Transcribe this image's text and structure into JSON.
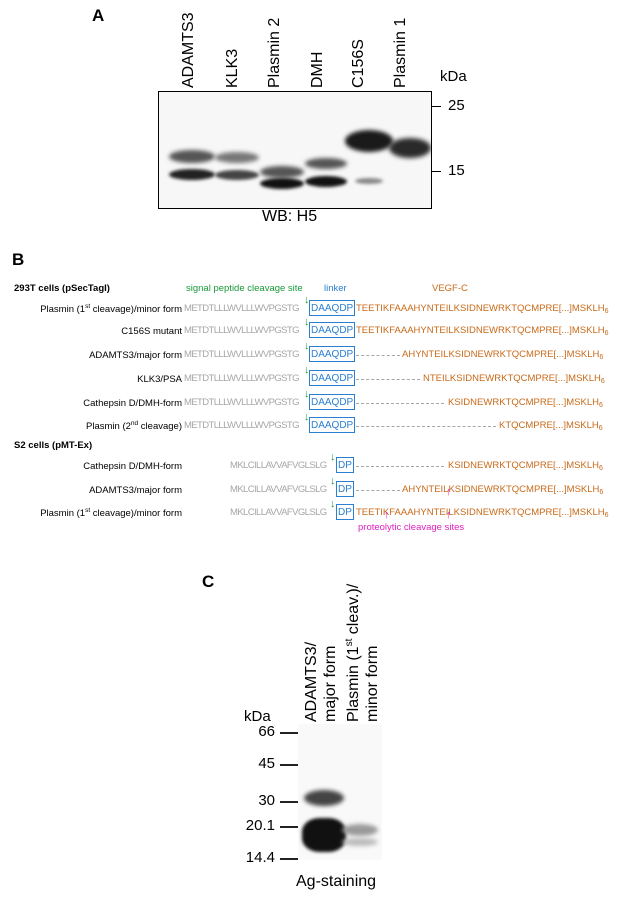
{
  "panel_a": {
    "label": "A",
    "lanes": [
      "ADAMTS3",
      "KLK3",
      "Plasmin 2",
      "DMH",
      "C156S",
      "Plasmin 1"
    ],
    "unit": "kDa",
    "markers": [
      "25",
      "15"
    ],
    "caption": "WB: H5"
  },
  "panel_b": {
    "label": "B",
    "section1": "293T cells (pSecTagI)",
    "section2": "S2 cells (pMT-Ex)",
    "hdr_signal": "signal peptide cleavage site",
    "hdr_linker": "linker",
    "hdr_vegfc": "VEGF-C",
    "footer": "proteolytic cleavage sites",
    "sig1": "METDTLLLWVLLLWVPGSTG",
    "sig2": "MKLCILLAVVAFVGLSLG",
    "rows": [
      {
        "pre": "Plasmin (1",
        "sup": "st",
        "post": " cleavage)/minor form",
        "box": "DAAQDP",
        "seq": "TEETIKFAAAHYNTEILKSIDNEWRKTQCMPRE[...]MSKLH",
        "sub": "6"
      },
      {
        "pre": "C156S mutant",
        "sup": "",
        "post": "",
        "box": "DAAQDP",
        "seq": "TEETIKFAAAHYNTEILKSIDNEWRKTQCMPRE[...]MSKLH",
        "sub": "6"
      },
      {
        "pre": "ADAMTS3/major form",
        "sup": "",
        "post": "",
        "box": "DAAQDP",
        "seq": "AHYNTEILKSIDNEWRKTQCMPRE[...]MSKLH",
        "sub": "6"
      },
      {
        "pre": "KLK3/PSA",
        "sup": "",
        "post": "",
        "box": "DAAQDP",
        "seq": "NTEILKSIDNEWRKTQCMPRE[...]MSKLH",
        "sub": "6"
      },
      {
        "pre": "Cathepsin D/DMH-form",
        "sup": "",
        "post": "",
        "box": "DAAQDP",
        "seq": "KSIDNEWRKTQCMPRE[...]MSKLH",
        "sub": "6"
      },
      {
        "pre": "Plasmin (2",
        "sup": "nd",
        "post": " cleavage)",
        "box": "DAAQDP",
        "seq": "KTQCMPRE[...]MSKLH",
        "sub": "6"
      }
    ],
    "rows2": [
      {
        "pre": "Cathepsin D/DMH-form",
        "sup": "",
        "post": "",
        "box": "DP",
        "seq": "KSIDNEWRKTQCMPRE[...]MSKLH",
        "sub": "6"
      },
      {
        "pre": "ADAMTS3/major form",
        "sup": "",
        "post": "",
        "box": "DP",
        "seq": "AHYNTEILKSIDNEWRKTQCMPRE[...]MSKLH",
        "sub": "6"
      },
      {
        "pre": "Plasmin (1",
        "sup": "st",
        "post": " cleavage)/minor form",
        "box": "DP",
        "seq": "TEETIKFAAAHYNTEILKSIDNEWRKTQCMPRE[...]MSKLH",
        "sub": "6"
      }
    ]
  },
  "panel_c": {
    "label": "C",
    "lane1_line1": "ADAMTS3/",
    "lane1_line2": "major form",
    "lane2_pre": "Plasmin (1",
    "lane2_sup": "st",
    "lane2_post": " cleav.)/",
    "lane2_line2": "minor form",
    "unit": "kDa",
    "markers": [
      "66",
      "45",
      "30",
      "20.1",
      "14.4"
    ],
    "caption": "Ag-staining"
  },
  "colors": {
    "signal": "#a6a6a6",
    "linker": "#2a7fd0",
    "vegfc": "#c86a1a",
    "cleavage_arrow": "#1a9a3a",
    "proteolytic": "#e020c0"
  }
}
